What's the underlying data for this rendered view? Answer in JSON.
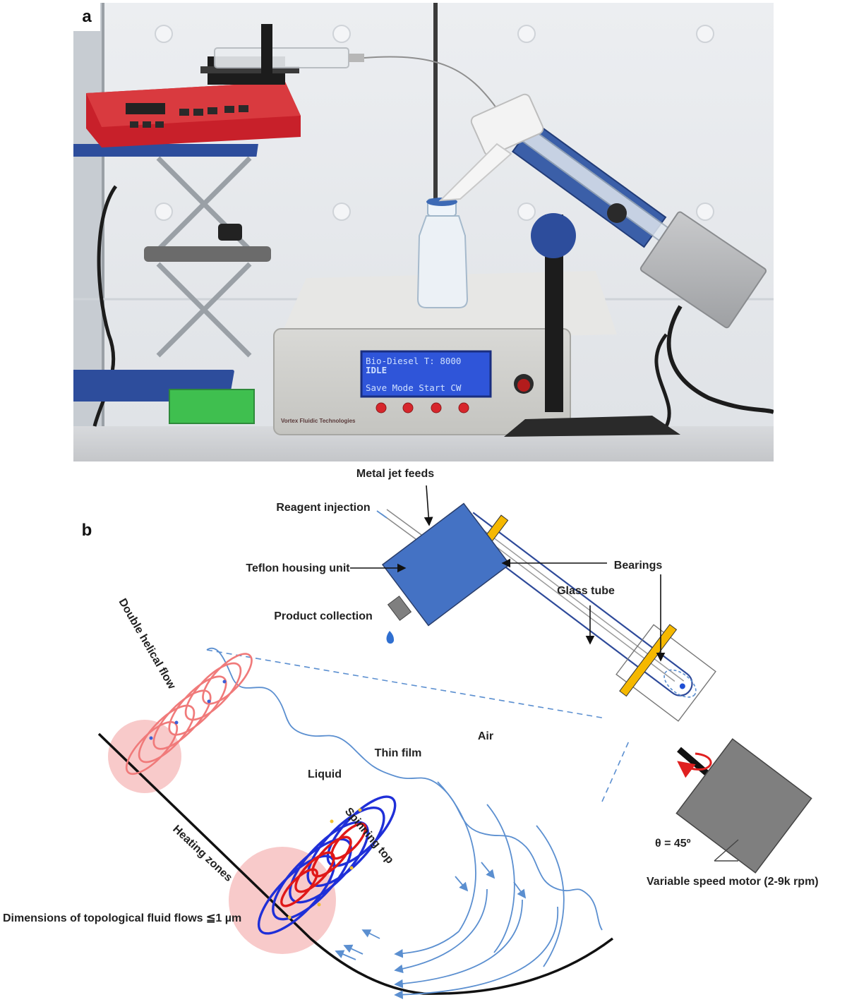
{
  "panel_a": {
    "letter": "a",
    "controller_screen": {
      "line1": "Bio-Diesel   T: 8000",
      "line2": "IDLE",
      "line3": "Save Mode Start CW"
    },
    "controller_brand": "Vortex Fluidic Technologies"
  },
  "panel_b": {
    "letter": "b",
    "labels": {
      "metal_jet_feeds": "Metal jet feeds",
      "reagent_injection": "Reagent injection",
      "teflon_housing": "Teflon housing unit",
      "bearings": "Bearings",
      "glass_tube": "Glass tube",
      "product_collection": "Product collection",
      "double_helical_flow": "Double helical flow",
      "air": "Air",
      "thin_film": "Thin film",
      "liquid": "Liquid",
      "spinning_top": "Spinning top",
      "heating_zones": "Heating zones",
      "theta": "θ = 45º",
      "motor": "Variable speed motor (2-9k rpm)",
      "dimensions": "Dimensions of topological fluid flows ≦1 µm"
    }
  },
  "colors": {
    "housing_blue": "#4472c4",
    "bearing_yellow": "#f5b800",
    "flow_blue": "#5b8fd0",
    "helix_red": "#f07a7a",
    "motor_gray": "#7f7f7f",
    "pump_red": "#c8202a",
    "stand_blue": "#2d4d9c"
  }
}
